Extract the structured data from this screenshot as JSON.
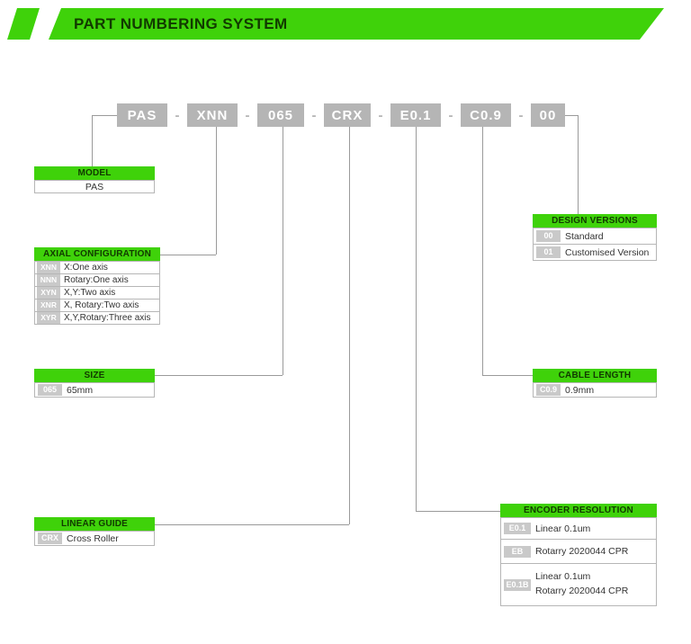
{
  "header": {
    "title": "PART NUMBERING SYSTEM"
  },
  "colors": {
    "accent_green": "#3fd20a",
    "segment_gray": "#b5b5b5",
    "chip_gray": "#c9c9c9",
    "line_gray": "#9a9a9a",
    "banner_text": "#113a00"
  },
  "part_number": {
    "segments": [
      "PAS",
      "XNN",
      "065",
      "CRX",
      "E0.1",
      "C0.9",
      "00"
    ],
    "separator": "-"
  },
  "boxes": {
    "model": {
      "title": "MODEL",
      "rows": [
        {
          "label": "PAS"
        }
      ]
    },
    "axial": {
      "title": "AXIAL CONFIGURATION",
      "rows": [
        {
          "code": "XNN",
          "label": "X:One axis"
        },
        {
          "code": "NNN",
          "label": "Rotary:One axis"
        },
        {
          "code": "XYN",
          "label": "X,Y:Two axis"
        },
        {
          "code": "XNR",
          "label": "X, Rotary:Two axis"
        },
        {
          "code": "XYR",
          "label": "X,Y,Rotary:Three axis"
        }
      ]
    },
    "size": {
      "title": "SIZE",
      "rows": [
        {
          "code": "065",
          "label": "65mm"
        }
      ]
    },
    "linear_guide": {
      "title": "LINEAR GUIDE",
      "rows": [
        {
          "code": "CRX",
          "label": "Cross Roller"
        }
      ]
    },
    "encoder": {
      "title": "ENCODER RESOLUTION",
      "rows": [
        {
          "code": "E0.1",
          "label": "Linear 0.1um"
        },
        {
          "code": "EB",
          "label": "Rotarry 2020044 CPR"
        },
        {
          "code": "E0.1B",
          "label": "Linear 0.1um",
          "label2": "Rotarry 2020044 CPR"
        }
      ]
    },
    "cable": {
      "title": "CABLE LENGTH",
      "rows": [
        {
          "code": "C0.9",
          "label": "0.9mm"
        }
      ]
    },
    "design": {
      "title": "DESIGN VERSIONS",
      "rows": [
        {
          "code": "00",
          "label": "Standard"
        },
        {
          "code": "01",
          "label": "Customised Version"
        }
      ]
    }
  }
}
